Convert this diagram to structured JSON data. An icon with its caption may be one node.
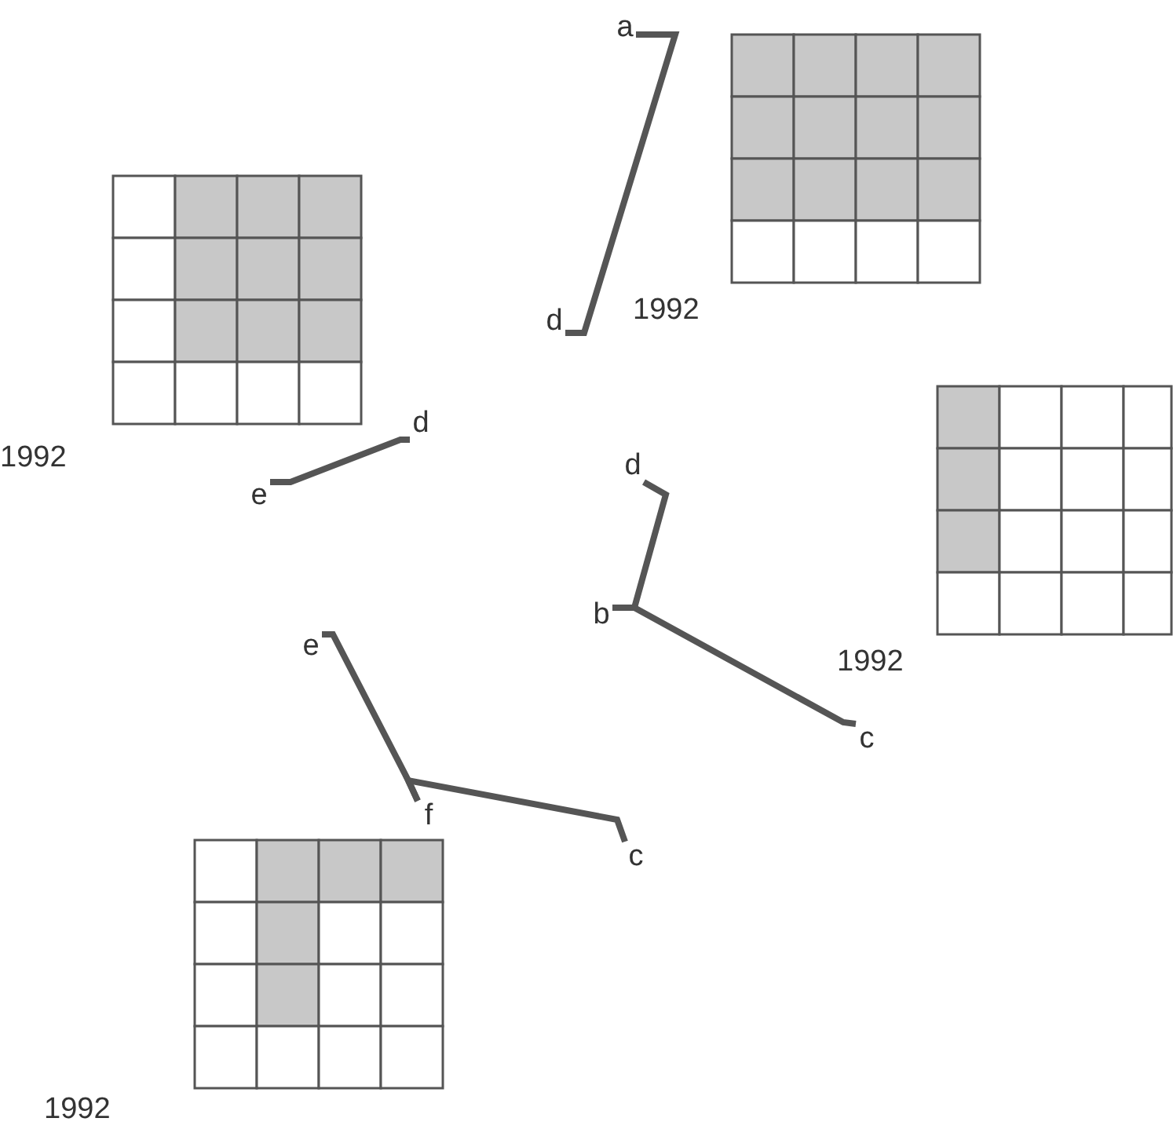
{
  "diagram": {
    "nodes": [
      {
        "text": [
          "a"
        ]
      },
      {
        "text": [
          "d"
        ]
      },
      {
        "text": [
          "d"
        ]
      },
      {
        "text": [
          "e"
        ]
      },
      {
        "text": [
          "d"
        ]
      },
      {
        "text": [
          "b"
        ]
      },
      {
        "text": [
          "e"
        ]
      },
      {
        "text": [
          "c"
        ]
      },
      {
        "text": [
          "f"
        ]
      },
      {
        "text": [
          "c"
        ]
      }
    ],
    "edges": [
      {
        "from": 0,
        "to": 1,
        "arrow": "none"
      },
      {
        "from": 2,
        "to": 3,
        "arrow": "none"
      },
      {
        "from": 4,
        "to": 5,
        "arrow": "none"
      },
      {
        "from": 5,
        "to": 7,
        "arrow": "none"
      },
      {
        "from": 6,
        "to": 8,
        "arrow": "none"
      },
      {
        "from": 8,
        "to": 9,
        "arrow": "none"
      }
    ],
    "labels": [
      "1992",
      "1992",
      "1992",
      "1992"
    ]
  }
}
